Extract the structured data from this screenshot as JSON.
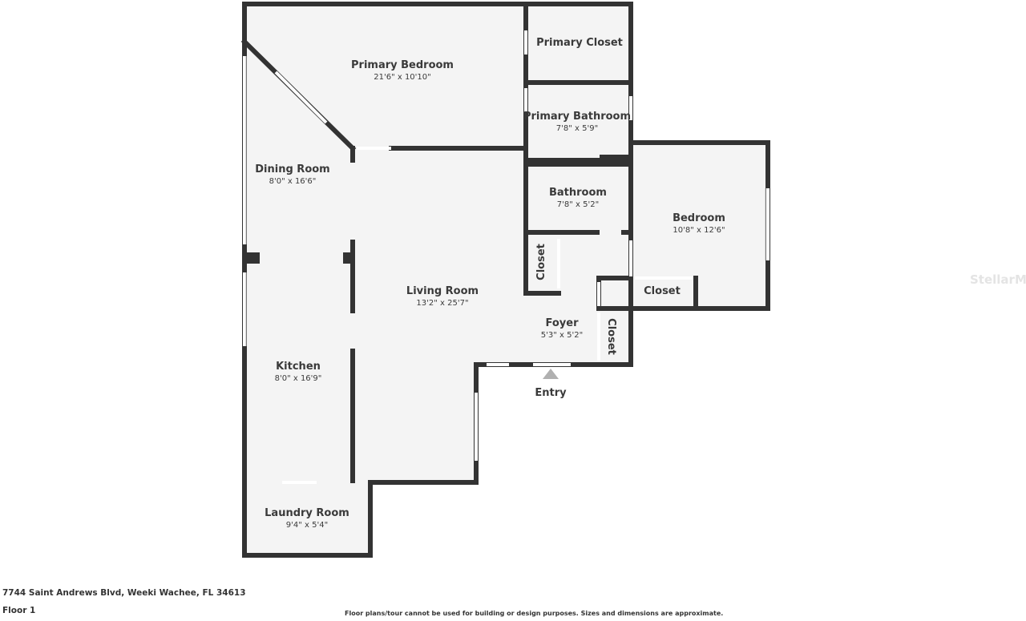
{
  "rooms": {
    "primary_bedroom": {
      "name": "Primary Bedroom",
      "dims": "21'6\" x 10'10\""
    },
    "primary_closet": {
      "name": "Primary Closet"
    },
    "primary_bathroom": {
      "name": "Primary Bathroom",
      "dims": "7'8\" x 5'9\""
    },
    "dining_room": {
      "name": "Dining Room",
      "dims": "8'0\" x 16'6\""
    },
    "bathroom": {
      "name": "Bathroom",
      "dims": "7'8\" x 5'2\""
    },
    "bedroom": {
      "name": "Bedroom",
      "dims": "10'8\" x 12'6\""
    },
    "closet_hall": {
      "name": "Closet"
    },
    "closet_bedroom": {
      "name": "Closet"
    },
    "closet_foyer": {
      "name": "Closet"
    },
    "living_room": {
      "name": "Living Room",
      "dims": "13'2\" x 25'7\""
    },
    "foyer": {
      "name": "Foyer",
      "dims": "5'3\" x 5'2\""
    },
    "kitchen": {
      "name": "Kitchen",
      "dims": "8'0\" x 16'9\""
    },
    "laundry_room": {
      "name": "Laundry Room",
      "dims": "9'4\" x 5'4\""
    }
  },
  "entry_label": "Entry",
  "watermark": "StellarMLS",
  "footer": {
    "address": "7744 Saint Andrews Blvd, Weeki Wachee, FL 34613",
    "floor": "Floor 1",
    "disclaimer": "Floor plans/tour cannot be used for building or design purposes. Sizes and dimensions are approximate."
  },
  "colors": {
    "wall": "#333333",
    "floor": "#f4f4f4",
    "entry_marker": "#b0b0b0"
  }
}
